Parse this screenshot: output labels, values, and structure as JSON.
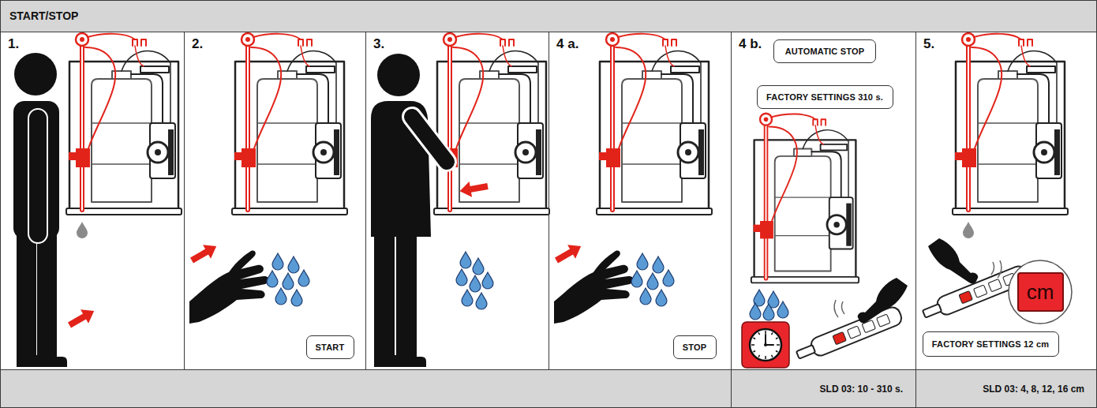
{
  "diagram": {
    "title": "START/STOP",
    "nodes": [
      {
        "text": [
          "1."
        ]
      },
      {
        "text": [
          "2."
        ]
      },
      {
        "text": [
          "START"
        ],
        "in": 1
      },
      {
        "text": [
          "3."
        ]
      },
      {
        "text": [
          "4 a."
        ]
      },
      {
        "text": [
          "STOP"
        ],
        "in": 4
      },
      {
        "text": [
          "4 b."
        ]
      },
      {
        "text": [
          "AUTOMATIC STOP"
        ],
        "in": 6
      },
      {
        "text": [
          "FACTORY SETTINGS 310 s."
        ],
        "in": 6
      },
      {
        "text": [
          "5."
        ]
      },
      {
        "text": [
          "cm"
        ],
        "in": 9
      },
      {
        "text": [
          "FACTORY SETTINGS 12 cm"
        ],
        "in": 9
      }
    ],
    "labels": [
      "SLD 03: 10 - 310 s.",
      "SLD 03: 4, 8, 12, 16 cm"
    ]
  }
}
